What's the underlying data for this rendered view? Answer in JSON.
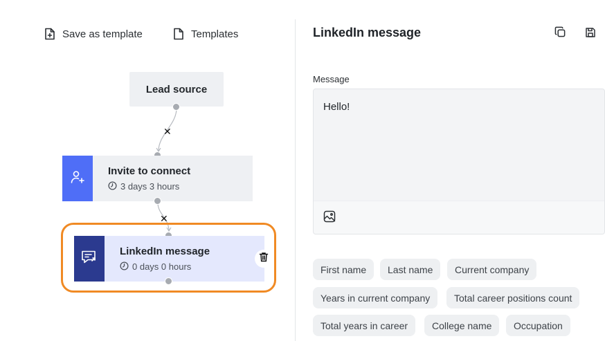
{
  "toolbar": {
    "save_template_label": "Save as template",
    "templates_label": "Templates"
  },
  "flow": {
    "lead_source_label": "Lead source",
    "steps": [
      {
        "title": "Invite to connect",
        "delay": "3 days 3 hours",
        "icon": "user-plus-icon"
      },
      {
        "title": "LinkedIn message",
        "delay": "0 days 0 hours",
        "icon": "message-icon"
      }
    ]
  },
  "panel": {
    "title": "LinkedIn message",
    "message_label": "Message",
    "message_value": "Hello!",
    "variables": [
      "First name",
      "Last name",
      "Current company",
      "Years in current company",
      "Total career positions count",
      "Total years in career",
      "College name",
      "Occupation"
    ]
  },
  "colors": {
    "accent_blue": "#4f6ef7",
    "accent_dark_blue": "#2b3a8f",
    "highlight_orange": "#f08a24",
    "selected_step_bg": "#e4e8fd"
  }
}
